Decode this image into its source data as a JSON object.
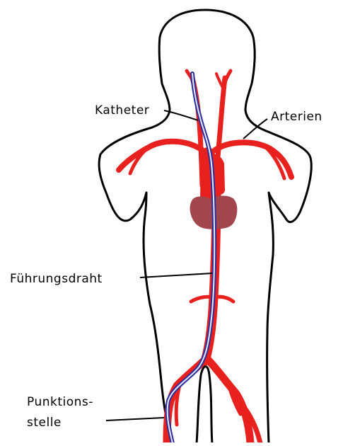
{
  "labels": {
    "catheter": "Katheter",
    "arteries": "Arterien",
    "guidewire": "Führungsdraht",
    "puncture_line1": "Punktions-",
    "puncture_line2": "stelle"
  },
  "colors": {
    "outline": "#000000",
    "artery": "#e8211f",
    "heart": "#a2464d",
    "catheter_wire": "#2b2f9c",
    "background": "#ffffff"
  }
}
